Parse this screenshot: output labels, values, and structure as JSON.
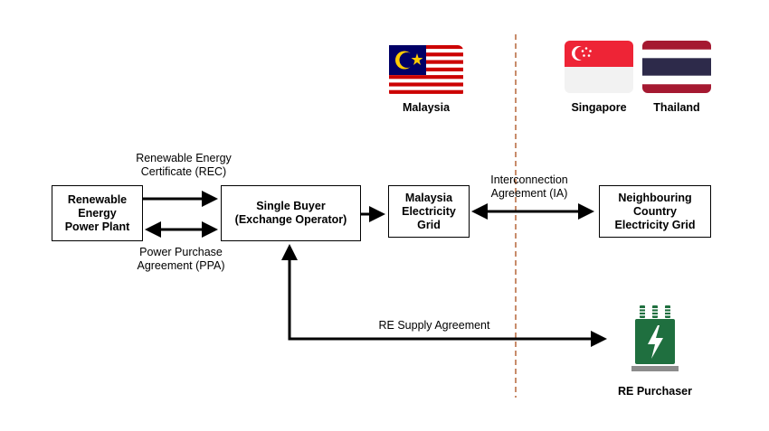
{
  "countries": {
    "malaysia": "Malaysia",
    "singapore": "Singapore",
    "thailand": "Thailand"
  },
  "boxes": {
    "re_plant": "Renewable\nEnergy\nPower Plant",
    "single_buyer": "Single Buyer\n(Exchange Operator)",
    "malaysia_grid": "Malaysia\nElectricity\nGrid",
    "neighbouring_grid": "Neighbouring\nCountry\nElectricity Grid"
  },
  "labels": {
    "rec": "Renewable Energy\nCertificate (REC)",
    "ppa": "Power Purchase\nAgreement (PPA)",
    "ia": "Interconnection\nAgreement (IA)",
    "re_supply": "RE Supply Agreement",
    "re_purchaser": "RE Purchaser"
  },
  "icons": [
    "malaysia-flag-icon",
    "singapore-flag-icon",
    "thailand-flag-icon",
    "transformer-icon"
  ],
  "colors": {
    "border_divider": "#b5673a",
    "transformer_green": "#1f6f3f"
  }
}
